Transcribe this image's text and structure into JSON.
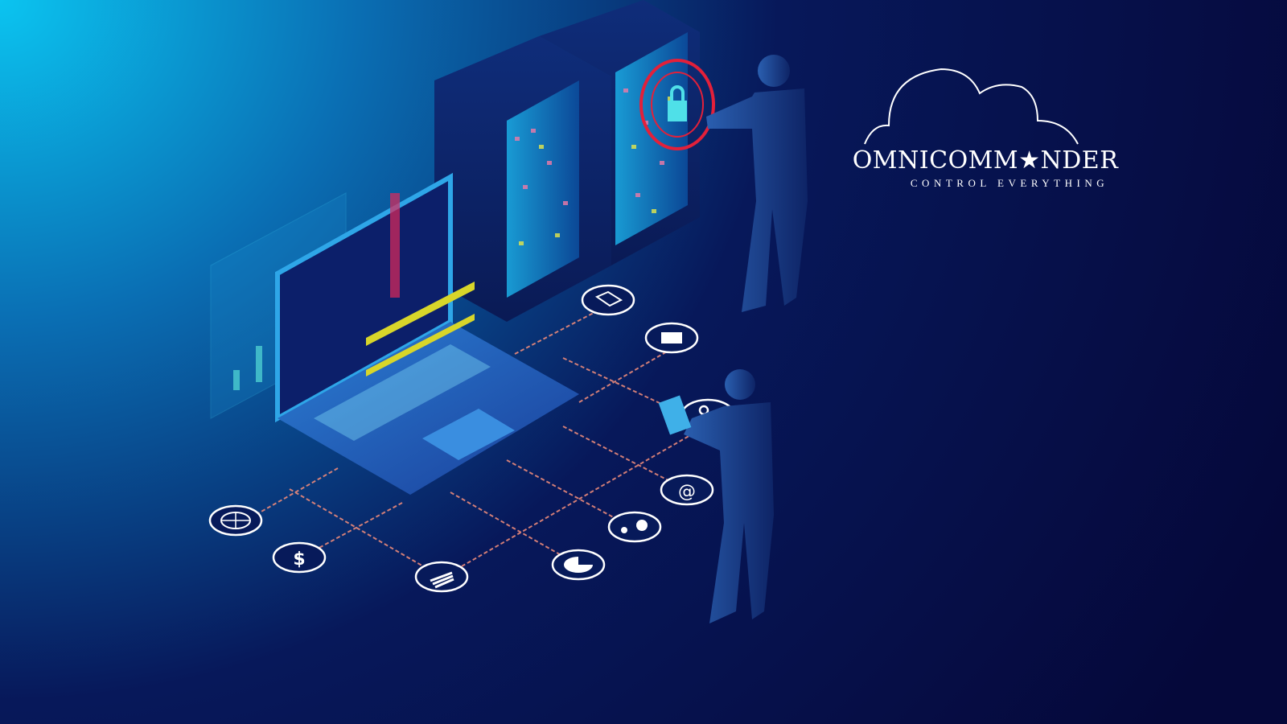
{
  "logo": {
    "brand": "OMNICOMMANDER",
    "brand_display": "OMNICOMM★NDER",
    "tagline": "CONTROL EVERYTHING"
  },
  "colors": {
    "bg_light": "#0bc0ee",
    "bg_dark": "#05083a",
    "network_line": "#e9897a",
    "lock_ring": "#e3203a",
    "accent_yellow": "#d8d62a"
  },
  "icons": [
    "globe-icon",
    "dollar-icon",
    "bar-chart-icon",
    "pie-chart-icon",
    "gears-icon",
    "at-sign-icon",
    "user-icon",
    "briefcase-icon",
    "laptop-icon",
    "padlock-icon"
  ]
}
